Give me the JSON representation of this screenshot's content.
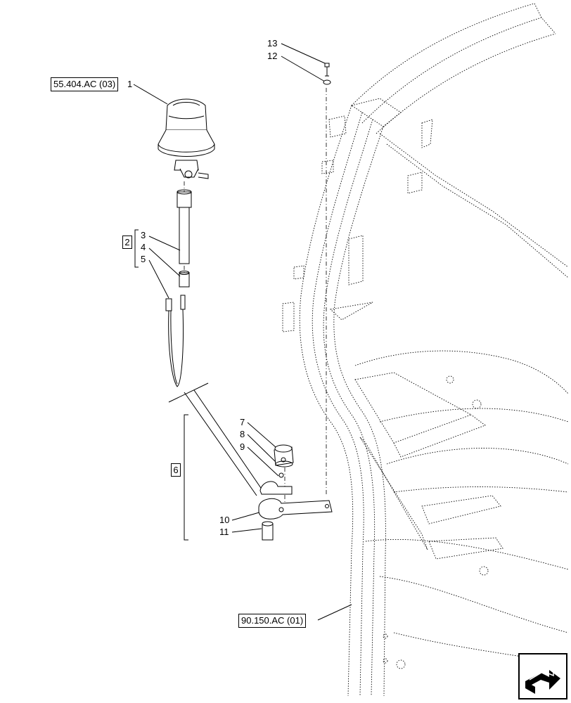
{
  "references": {
    "top": "55.404.AC (03)",
    "bottom": "90.150.AC (01)"
  },
  "callouts": [
    "1",
    "2",
    "3",
    "4",
    "5",
    "6",
    "7",
    "8",
    "9",
    "10",
    "11",
    "12",
    "13"
  ],
  "icons": {
    "nav": "next-page-arrow-icon"
  }
}
